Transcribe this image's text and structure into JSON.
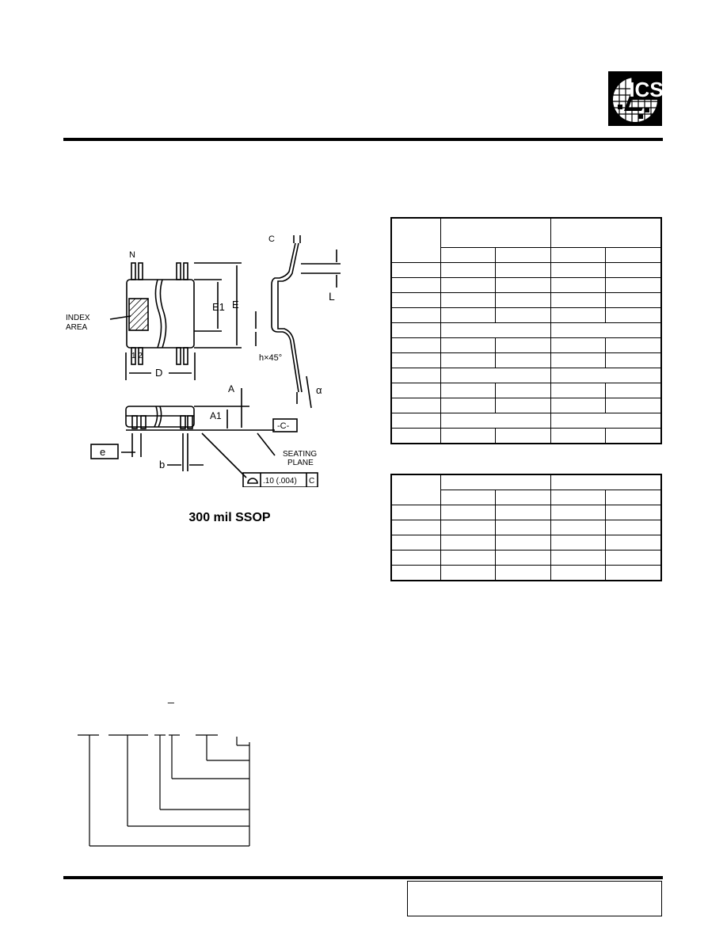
{
  "logo": {
    "text": "ICS",
    "icon": "ics-company-logo"
  },
  "drawing": {
    "icon": "300-mil-ssop-package-outline-drawing",
    "labels": {
      "n": "N",
      "index_area_1": "INDEX",
      "index_area_2": "AREA",
      "pin_numbers": "1 2",
      "d": "D",
      "e1": "E1",
      "e": "E",
      "c": "C",
      "l": "L",
      "h": "h×45°",
      "alpha": "α",
      "a": "A",
      "a1": "A1",
      "datum": "-C-",
      "pitch": "e",
      "b": "b",
      "seating_1": "SEATING",
      "seating_2": "PLANE",
      "tolerance": ".10 (.004)",
      "tolerance_ref": "C"
    }
  },
  "caption": "300 mil SSOP",
  "ordering_mark": "_"
}
